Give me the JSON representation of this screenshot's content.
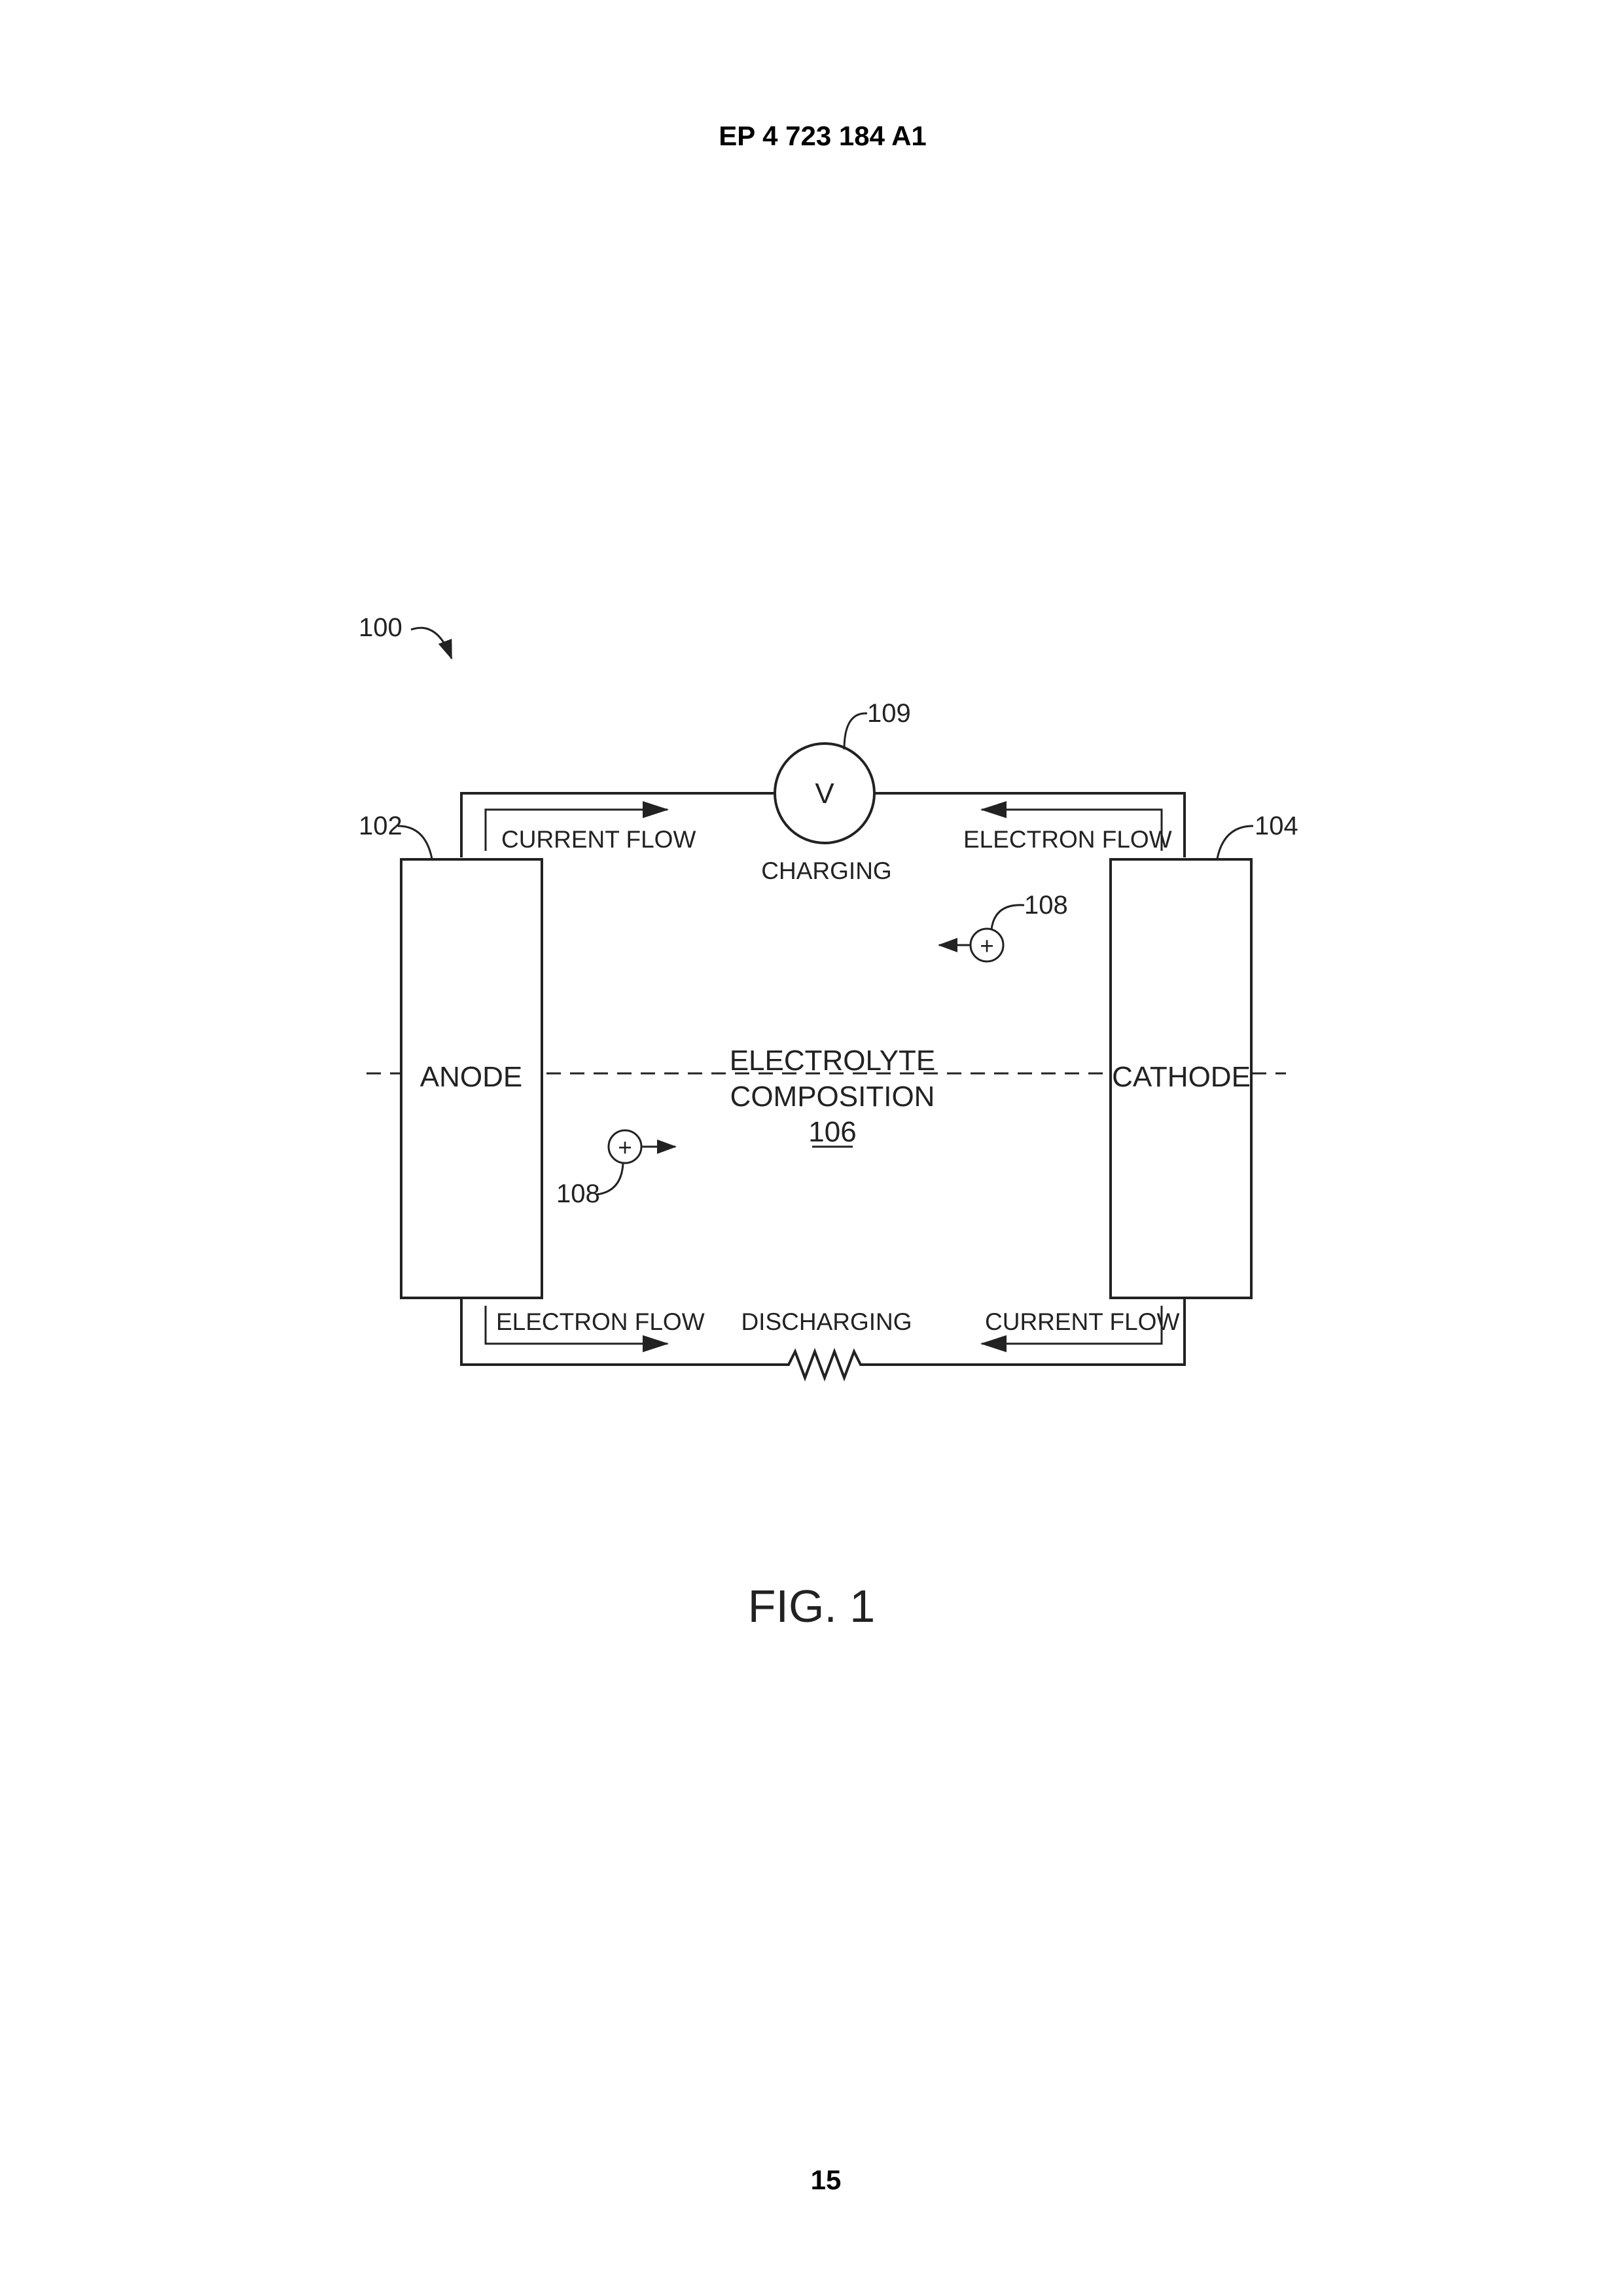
{
  "header": {
    "publication_number": "EP 4 723 184 A1"
  },
  "figure": {
    "ref_system": "100",
    "ref_anode": "102",
    "ref_cathode": "104",
    "ref_electrolyte": "106",
    "ref_ion": "108",
    "ref_voltmeter": "109",
    "voltmeter_symbol": "V",
    "ion_symbol": "+",
    "anode_label": "ANODE",
    "cathode_label": "CATHODE",
    "electrolyte_line1": "ELECTROLYTE",
    "electrolyte_line2": "COMPOSITION",
    "charging_label": "CHARGING",
    "discharging_label": "DISCHARGING",
    "current_flow_label": "CURRENT FLOW",
    "electron_flow_label": "ELECTRON FLOW",
    "caption": "FIG. 1"
  },
  "footer": {
    "page_number": "15"
  }
}
